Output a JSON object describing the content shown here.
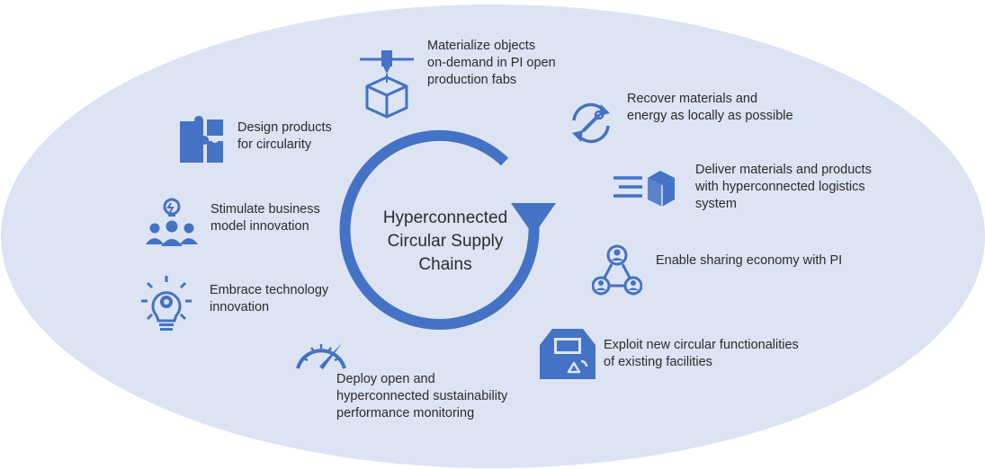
{
  "center": {
    "line1": "Hyperconnected",
    "line2": "Circular Supply",
    "line3": "Chains"
  },
  "items": {
    "materialize": {
      "lines": [
        "Materialize objects",
        "on-demand in PI open",
        "production fabs"
      ],
      "icon": "3d-printer-box-icon"
    },
    "recover": {
      "lines": [
        "Recover materials and",
        "energy as locally as possible"
      ],
      "icon": "recycle-wrench-icon"
    },
    "deliver": {
      "lines": [
        "Deliver materials and products",
        "with hyperconnected logistics",
        "system"
      ],
      "icon": "fast-delivery-box-icon"
    },
    "sharing": {
      "lines": [
        "Enable sharing economy with PI"
      ],
      "icon": "people-network-icon"
    },
    "exploit": {
      "lines": [
        "Exploit new circular functionalities",
        "of existing facilities"
      ],
      "icon": "barn-recycle-icon"
    },
    "deploy": {
      "lines": [
        "Deploy open and",
        "hyperconnected sustainability",
        "performance monitoring"
      ],
      "icon": "gauge-icon"
    },
    "embrace": {
      "lines": [
        "Embrace technology",
        "innovation"
      ],
      "icon": "lightbulb-gear-icon"
    },
    "stimulate": {
      "lines": [
        "Stimulate business",
        "model innovation"
      ],
      "icon": "team-idea-icon"
    },
    "design": {
      "lines": [
        "Design products",
        "for circularity"
      ],
      "icon": "puzzle-icon"
    }
  },
  "colors": {
    "ellipse_fill": "#dce3f3",
    "accent": "#4472c4",
    "text": "#2b2b2b"
  }
}
